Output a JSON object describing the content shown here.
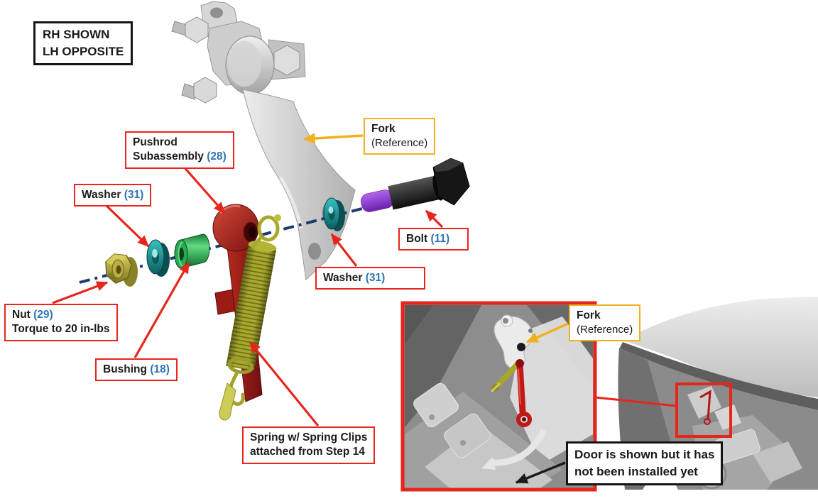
{
  "colors": {
    "red": "#e8251c",
    "yellow": "#f2b01e",
    "blue": "#2e75b6",
    "navy": "#1e3a6e"
  },
  "part_colors": {
    "pushrod_red": "#a51e1e",
    "spring_olive": "#a8a82e",
    "washer_teal": "#12898c",
    "bushing_green": "#1fa844",
    "nut_olive": "#b0a63a",
    "bolt_thread_purple": "#8b30d8",
    "bolt_black": "#1c1c1c",
    "fork_gray": "#c9c9c9"
  },
  "note": {
    "line1": "RH SHOWN",
    "line2": "LH OPPOSITE"
  },
  "labels": {
    "pushrod": {
      "line1": "Pushrod",
      "line2": "Subassembly",
      "part": "(28)"
    },
    "washer_left": {
      "text": "Washer",
      "part": "(31)"
    },
    "fork_main": {
      "title": "Fork",
      "subtitle": "(Reference)"
    },
    "bolt": {
      "text": "Bolt",
      "part": "(11)"
    },
    "washer_right": {
      "text": "Washer",
      "part": "(31)"
    },
    "nut": {
      "text": "Nut",
      "part": "(29)",
      "line2": "Torque to 20 in-lbs"
    },
    "bushing": {
      "text": "Bushing",
      "part": "(18)"
    },
    "spring": {
      "line1": "Spring w/ Spring Clips",
      "line2": "attached from Step 14"
    },
    "fork_inset": {
      "title": "Fork",
      "subtitle": "(Reference)"
    },
    "door": {
      "line1": "Door is shown but it has",
      "line2": "not been installed yet"
    }
  }
}
